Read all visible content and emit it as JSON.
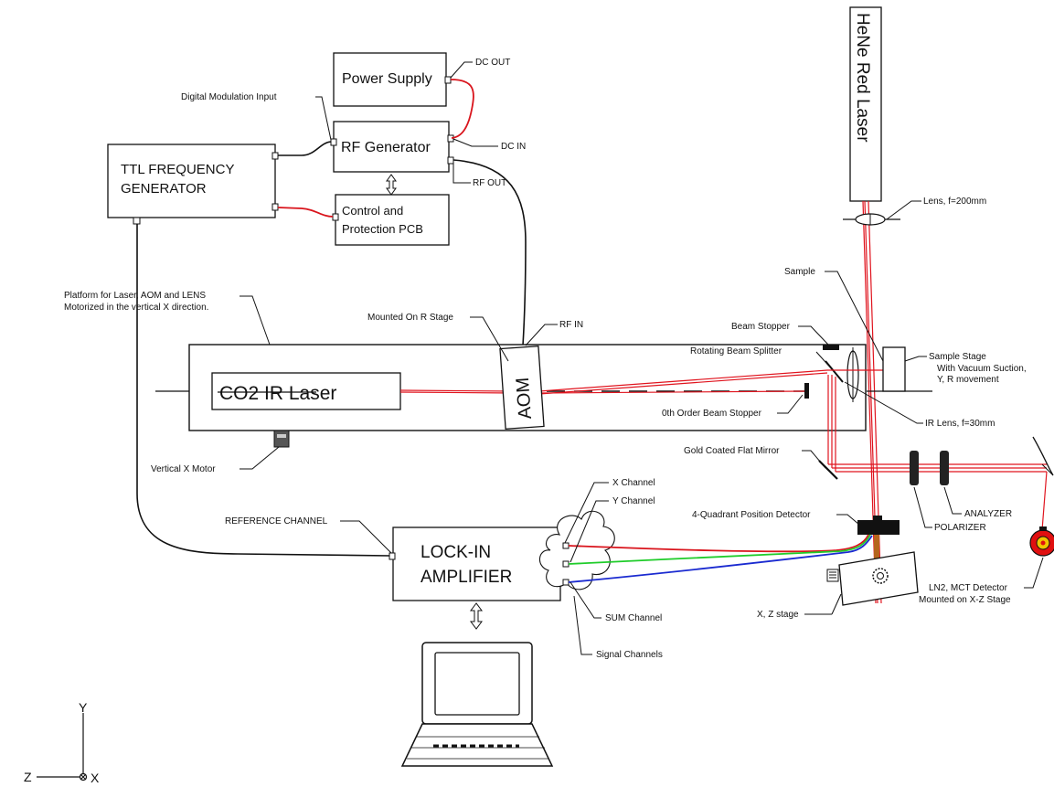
{
  "boxes": {
    "power_supply": "Power Supply",
    "rf_generator": "RF Generator",
    "control_pcb_line1": "Control and",
    "control_pcb_line2": "Protection PCB",
    "ttl_line1": "TTL FREQUENCY",
    "ttl_line2": "GENERATOR",
    "co2_laser": "CO2 IR Laser",
    "aom": "AOM",
    "hene_laser": "HeNe Red Laser",
    "lockin_line1": "LOCK-IN",
    "lockin_line2": "AMPLIFIER"
  },
  "labels": {
    "dc_out": "DC OUT",
    "dc_in": "DC IN",
    "rf_out": "RF OUT",
    "rf_in": "RF IN",
    "digital_mod": "Digital Modulation Input",
    "platform_line1": "Platform for Laser, AOM and LENS",
    "platform_line2": "Motorized in the vertical X direction.",
    "mounted_r": "Mounted On R Stage",
    "vertical_motor": "Vertical X Motor",
    "lens_200": "Lens, f=200mm",
    "sample": "Sample",
    "beam_stopper": "Beam Stopper",
    "rotating_splitter": "Rotating Beam Splitter",
    "sample_stage_line1": "Sample Stage",
    "sample_stage_line2": "With Vacuum Suction,",
    "sample_stage_line3": "Y, R movement",
    "zero_order": "0th Order Beam Stopper",
    "ir_lens": "IR Lens, f=30mm",
    "gold_mirror": "Gold Coated Flat Mirror",
    "analyzer": "ANALYZER",
    "polarizer": "POLARIZER",
    "quad_detector": "4-Quadrant Position Detector",
    "reference_channel": "REFERENCE CHANNEL",
    "x_channel": "X Channel",
    "y_channel": "Y Channel",
    "sum_channel": "SUM Channel",
    "signal_channels": "Signal Channels",
    "xz_stage": "X, Z stage",
    "mct_line1": "LN2, MCT Detector",
    "mct_line2": "Mounted on X-Z Stage"
  },
  "axes": {
    "y": "Y",
    "z": "Z",
    "x": "X"
  },
  "colors": {
    "beam_red": "#e0141e",
    "wire_red": "#d9141c",
    "wire_green": "#1fcc2a",
    "wire_blue": "#1a2ad0",
    "mount_brown": "#b5651d",
    "detector_red": "#e01010",
    "detector_yellow": "#f2c300"
  }
}
